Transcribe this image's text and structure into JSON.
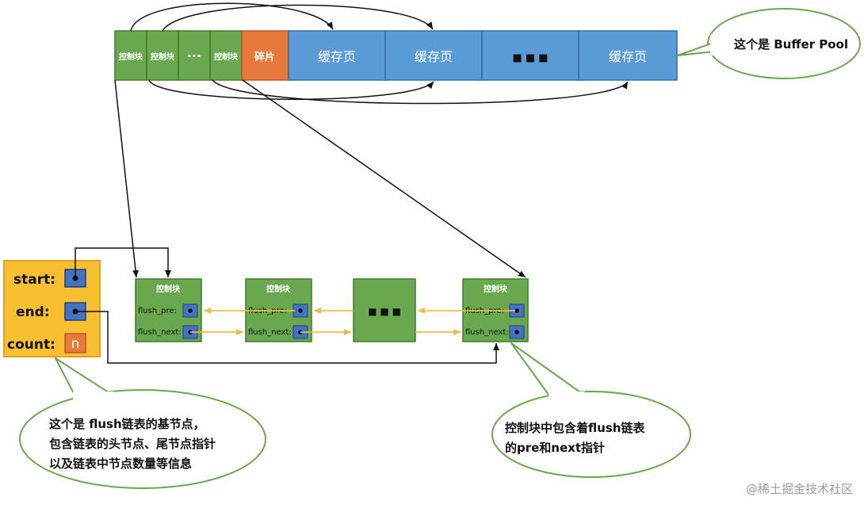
{
  "colors": {
    "green_fill": "#6aa84f",
    "green_stroke": "#3f7a2c",
    "blue_fill": "#5b9bd5",
    "blue_stroke": "#2e6aa8",
    "orange_fill": "#e57a3a",
    "base_fill": "#f8c030",
    "base_stroke": "#e0a020",
    "yellow_arrow": "#f4b942",
    "bubble_stroke": "#6aa84f"
  },
  "buffer_pool": {
    "ctrl_label": "控制块",
    "ellipsis": "···",
    "fragment_label": "碎片",
    "page_label": "缓存页",
    "page_ellipsis": "■ ■ ■"
  },
  "base_node": {
    "start_label": "start:",
    "end_label": "end:",
    "count_label": "count:",
    "count_value": "n"
  },
  "list_nodes": {
    "title": "控制块",
    "pre_label": "flush_pre:",
    "next_label": "flush_next:",
    "mid_ellipsis": "■ ■ ■"
  },
  "callouts": {
    "buffer_pool": "这个是 Buffer Pool",
    "base_line1": "这个是 flush链表的基节点，",
    "base_line2": "包含链表的头节点、尾节点指针",
    "base_line3": "以及链表中节点数量等信息",
    "ctrl_line1": "控制块中包含着flush链表",
    "ctrl_line2": "的pre和next指针"
  },
  "watermark": "@稀土掘金技术社区"
}
